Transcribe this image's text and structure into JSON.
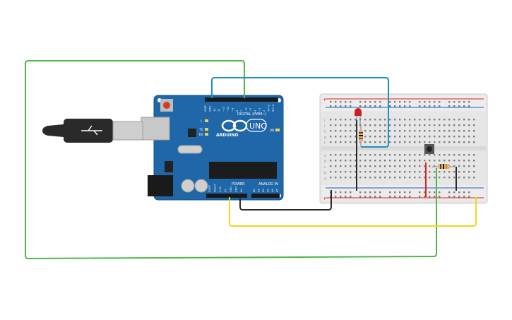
{
  "board": {
    "brand": "ARDUINO",
    "model": "UNO",
    "digital_header": "DIGITAL (PWM~)",
    "power_header": "POWER",
    "analog_header": "ANALOG IN",
    "digital_pins": [
      "AREF",
      "GND",
      "13",
      "12",
      "~11",
      "~10",
      "~9",
      "8",
      "7",
      "~6",
      "~5",
      "4",
      "~3",
      "2",
      "TX→1",
      "RX←0"
    ],
    "power_pins": [
      "IOREF",
      "RESET",
      "3.3V",
      "5V",
      "GND",
      "GND",
      "Vin"
    ],
    "analog_pins": [
      "A0",
      "A1",
      "A2",
      "A3",
      "A4",
      "A5"
    ],
    "led_labels": [
      "L",
      "TX",
      "RX"
    ],
    "on_label": "ON"
  },
  "breadboard": {
    "rail_plus": "+",
    "rail_minus": "−",
    "row_letters_top": [
      "j",
      "i",
      "h",
      "g",
      "f"
    ],
    "row_letters_bottom": [
      "e",
      "d",
      "c",
      "b",
      "a"
    ]
  },
  "wires": {
    "colors": {
      "green": "#4db848",
      "blue": "#1e8fc4",
      "yellow": "#f2d51a",
      "black": "#2a2a2a",
      "red": "#e02020"
    }
  },
  "components": [
    "usb-cable",
    "led-red",
    "resistor-led",
    "pushbutton",
    "resistor-button"
  ]
}
